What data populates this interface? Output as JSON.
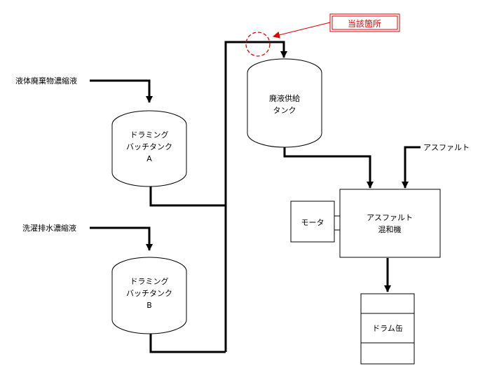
{
  "callout": {
    "label": "当該箇所",
    "color": "#e00000"
  },
  "inputs": {
    "liquid_waste": "液体廃棄物濃縮液",
    "laundry_waste": "洗濯排水濃縮液",
    "asphalt": "アスファルト"
  },
  "tanks": {
    "a": {
      "line1": "ドラミング",
      "line2": "バッチタンク",
      "line3": "A"
    },
    "b": {
      "line1": "ドラミング",
      "line2": "バッチタンク",
      "line3": "B"
    },
    "feed": {
      "line1": "廃液供給",
      "line2": "タンク"
    }
  },
  "equipment": {
    "motor": "モータ",
    "mixer": {
      "line1": "アスファルト",
      "line2": "混和機"
    },
    "drum": "ドラム缶"
  }
}
